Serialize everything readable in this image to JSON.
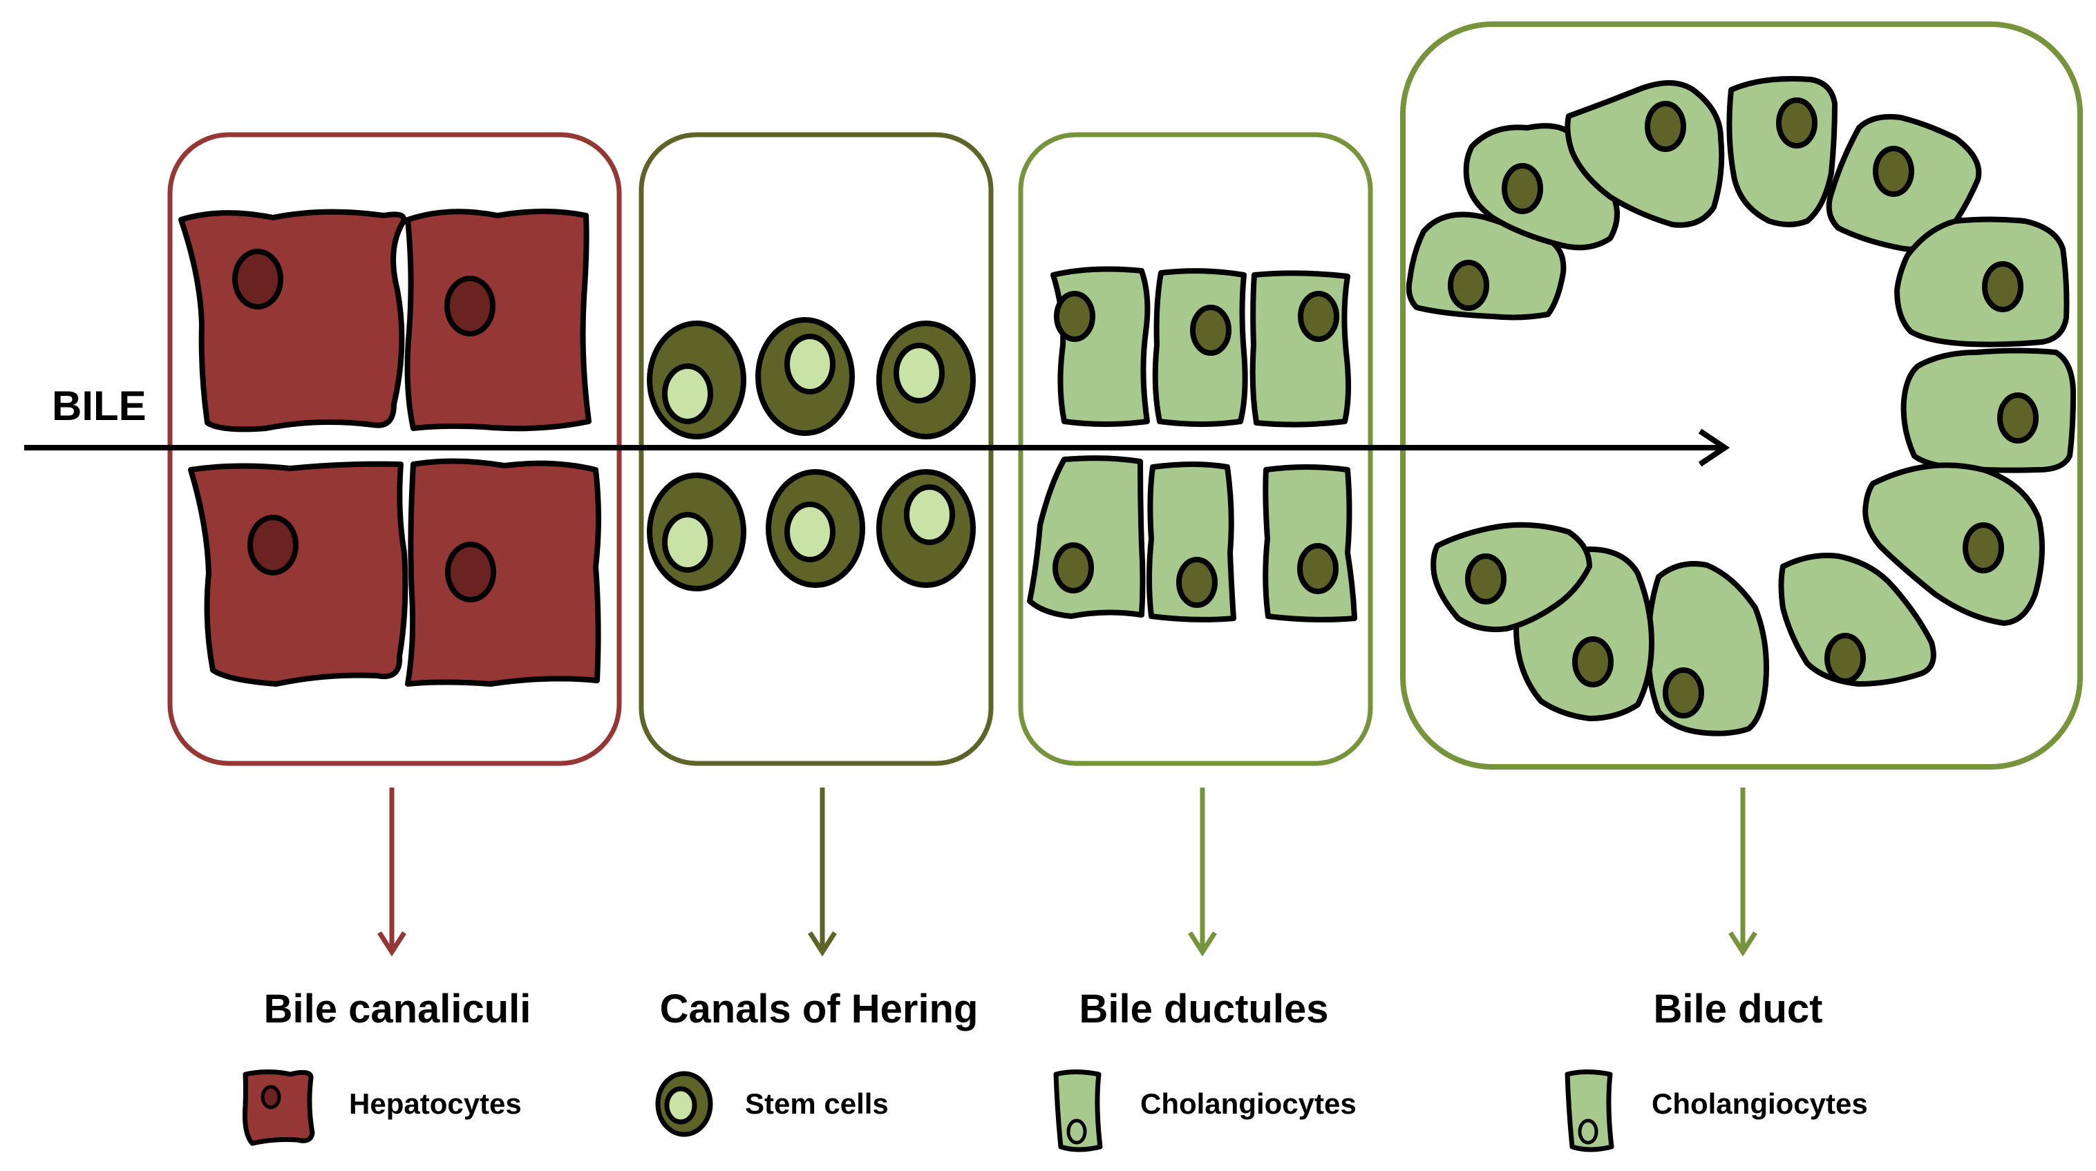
{
  "colors": {
    "hepatocyte_fill": "#953735",
    "hepatocyte_nucleus": "#6b2322",
    "hepatocyte_frame": "#953735",
    "stem_fill": "#5e6428",
    "stem_nucleus": "#c9e3a6",
    "stem_frame": "#5e6428",
    "cholangiocyte_fill": "#a8c98e",
    "cholangiocyte_nucleus": "#5e6428",
    "cholangiocyte_frame": "#77933c",
    "outline": "#000000"
  },
  "flow": {
    "label": "BILE"
  },
  "sections": [
    {
      "title": "Bile canaliculi",
      "legend": "Hepatocytes",
      "icon": "hepatocyte-icon"
    },
    {
      "title": "Canals of Hering",
      "legend": "Stem cells",
      "icon": "stem-cell-icon"
    },
    {
      "title": "Bile ductules",
      "legend": "Cholangiocytes",
      "icon": "cholangiocyte-icon"
    },
    {
      "title": "Bile duct",
      "legend": "Cholangiocytes",
      "icon": "cholangiocyte-icon"
    }
  ]
}
